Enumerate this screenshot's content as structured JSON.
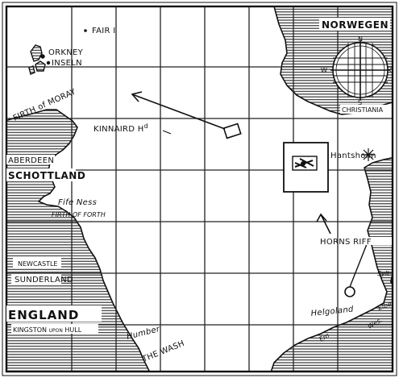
{
  "labels": {
    "fair_i": "FAIR I",
    "orkney": "ORKNEY",
    "inseln": "INSELN",
    "firth_moray": "FIRTH of MORAY",
    "kinnaird": "KINNAIRD H",
    "kinnaird_sup": "d",
    "aberdeen": "ABERDEEN",
    "schottland": "SCHOTTLAND",
    "fife_ness": "Fife Ness",
    "firth_forth": "FIRTH OF FORTH",
    "newcastle": "NEWCASTLE",
    "sunderland": "SUNDERLAND",
    "england": "ENGLAND",
    "kingston": "KINGSTON",
    "upon": "UPON",
    "hull": "HULL",
    "humber": "Humber",
    "the_wash": "THE WASH",
    "norwegen": "NORWEGEN",
    "christiania": "CHRISTIANIA",
    "hantsholm": "Hantsholm",
    "horns_riff": "HORNS RIFF",
    "sylt": "Sylt",
    "helgoland": "Helgoland",
    "elbe": "Elbe",
    "weser": "Wes.",
    "ems": "Em"
  },
  "compass": {
    "n": "N",
    "s": "S",
    "w": "W",
    "o": "O"
  },
  "colors": {
    "ink": "#111111",
    "paper": "#ffffff",
    "hatch": "#222222"
  }
}
